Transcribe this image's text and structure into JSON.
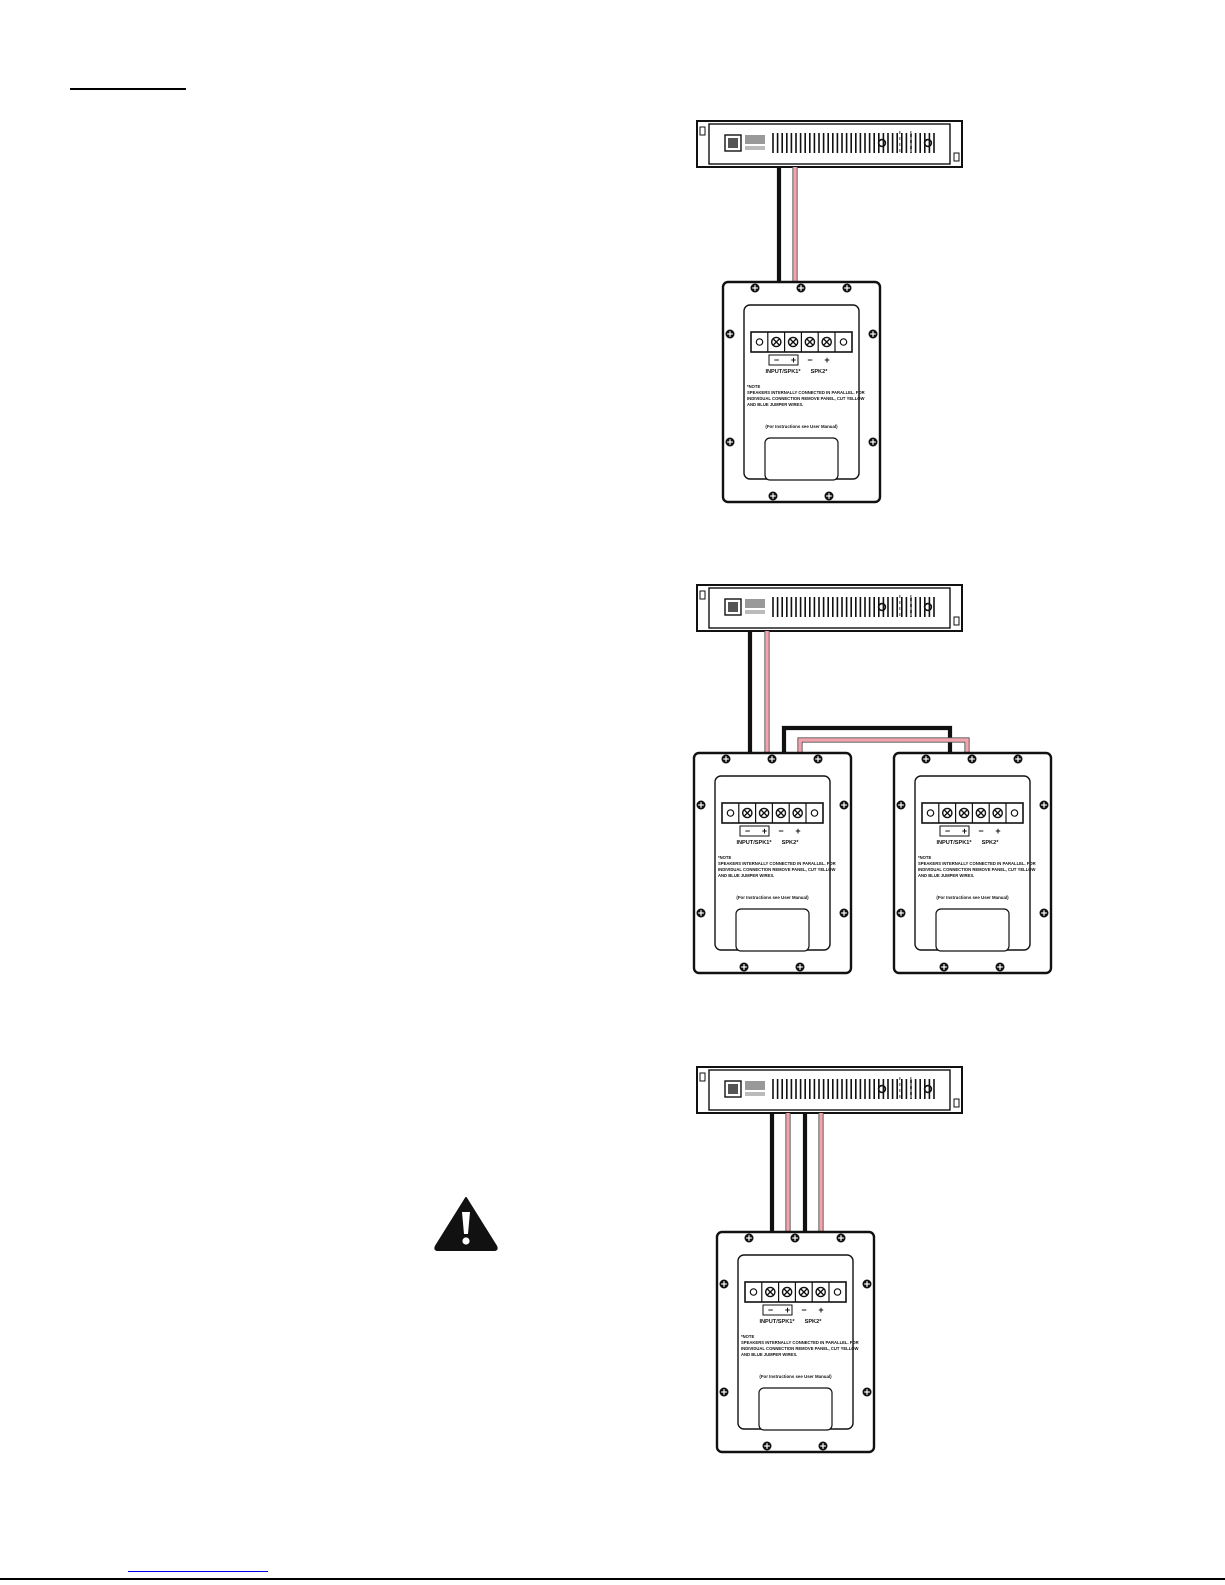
{
  "colors": {
    "wire_negative": "#111111",
    "wire_positive": "#f2a3ad",
    "warning_icon": "#111111",
    "link_underline": "#0000ee"
  },
  "speaker_panel": {
    "terminal_minus": "−",
    "terminal_plus": "+",
    "input_label": "INPUT/SPK1*",
    "spk2_label": "SPK2*",
    "note_title": "*NOTE",
    "note_line_1": "SPEAKERS INTERNALLY CONNECTED IN PARALLEL. FOR",
    "note_line_2": "INDIVIDUAL CONNECTION REMOVE PANEL, CUT YELLOW",
    "note_line_3": "AND BLUE JUMPER WIRES.",
    "instructions": "(For Instructions see User Manual)"
  },
  "warning_icon": "warning-triangle-icon"
}
